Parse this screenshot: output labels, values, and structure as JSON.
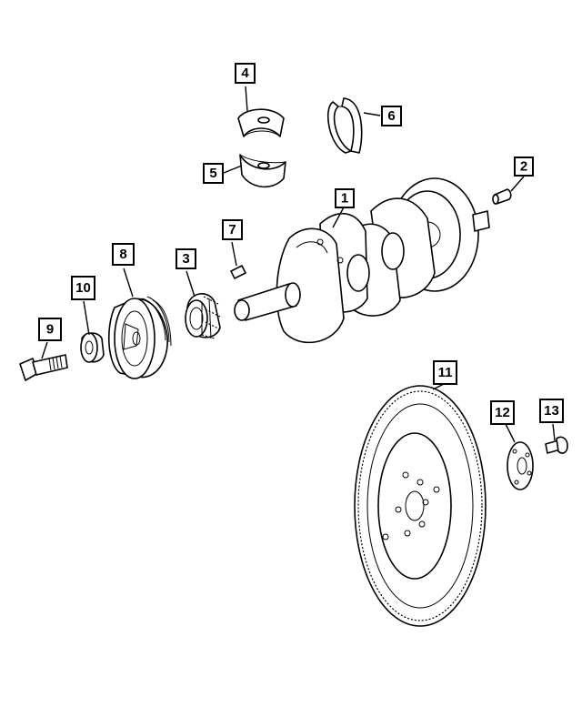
{
  "callouts": [
    {
      "number": "1"
    },
    {
      "number": "2"
    },
    {
      "number": "3"
    },
    {
      "number": "4"
    },
    {
      "number": "5"
    },
    {
      "number": "6"
    },
    {
      "number": "7"
    },
    {
      "number": "8"
    },
    {
      "number": "9"
    },
    {
      "number": "10"
    },
    {
      "number": "11"
    },
    {
      "number": "12"
    },
    {
      "number": "13"
    }
  ]
}
